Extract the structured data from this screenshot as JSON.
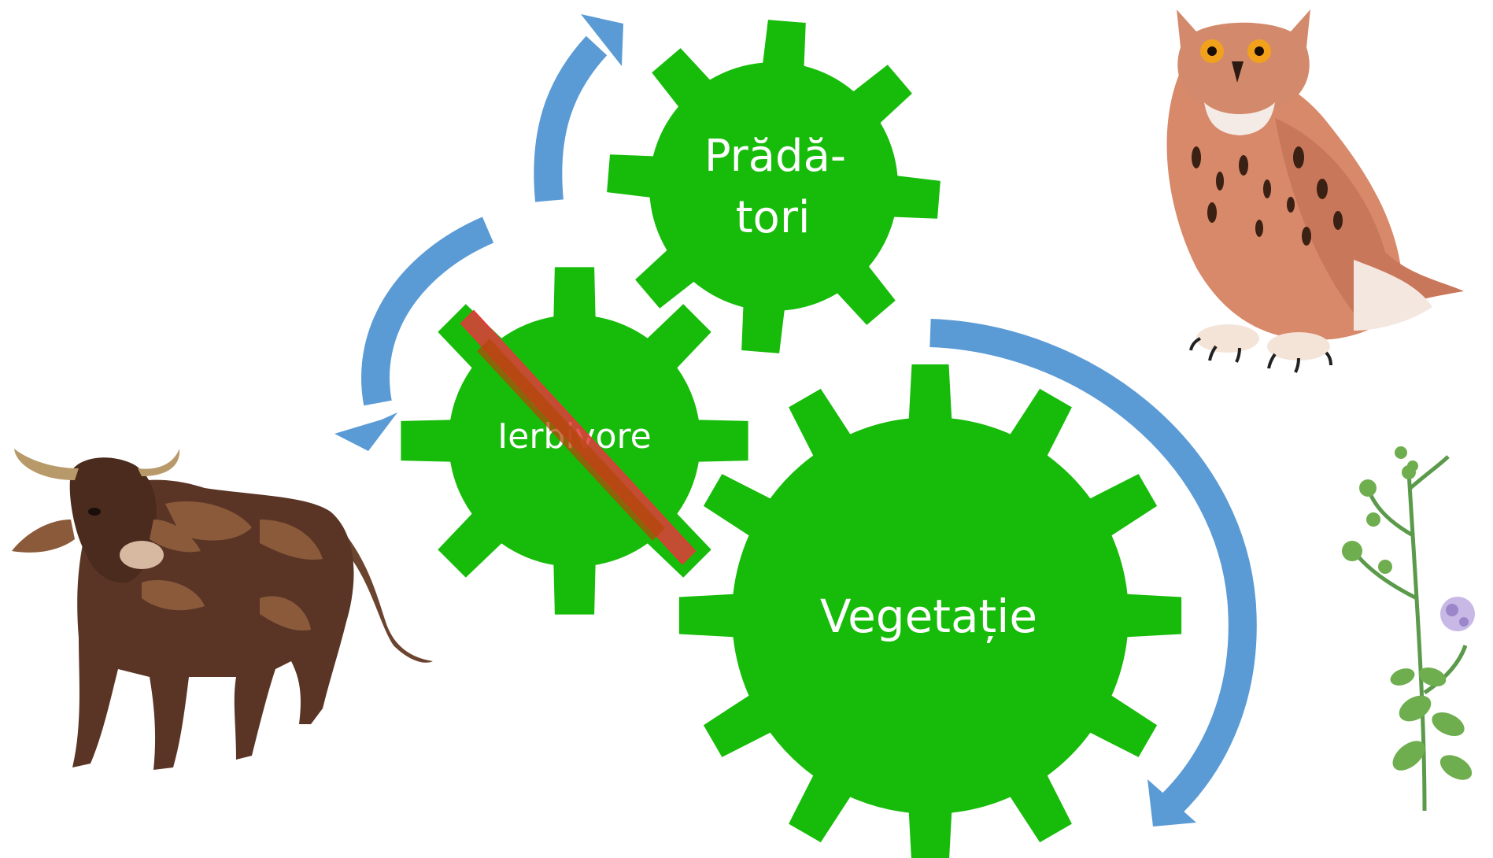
{
  "diagram": {
    "gears": {
      "predators": {
        "line1": "Prădă-",
        "line2": "tori"
      },
      "herbivores": {
        "label": "Ierbivore"
      },
      "vegetation": {
        "label": "Vegetație"
      }
    },
    "illustrations": {
      "left": "bull",
      "top_right": "owl",
      "bottom_right": "plant"
    },
    "herbivores_crossed_out": true
  },
  "colors": {
    "gear": "#17bb0a",
    "arrow": "#5b9bd5",
    "cross": "#e23a3a",
    "cross_overlap": "#b4470a",
    "label": "#ffffff"
  }
}
